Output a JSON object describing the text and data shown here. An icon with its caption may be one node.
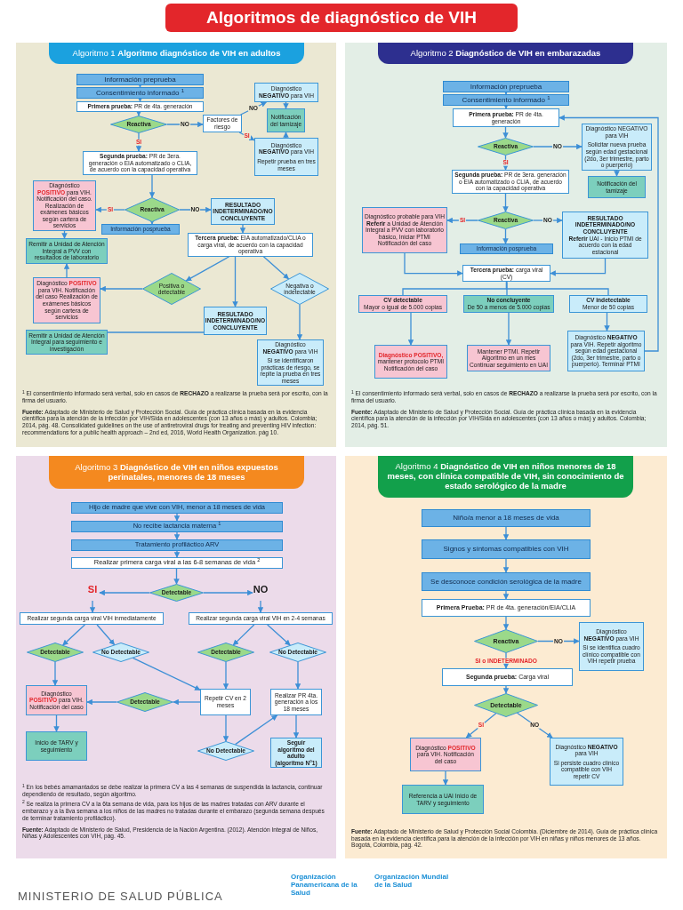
{
  "diagram": {
    "title": "Algoritmos de diagnóstico de VIH",
    "nodes": [
      {
        "text": [
          "Algoritmo 1 **Algoritmo diagnóstico de VIH en adultos**",
          "$^{1}$ El consentimiento informado será verbal, solo en casos de **RECHAZO** a realizarse la prueba será por escrito, con la firma del usuario.",
          "**Fuente:** Adaptado de Ministerio de Salud y Protección Social. Guía de práctica clínica basada en la evidencia científica para la atención de la infección por VIH/Sida en adolescentes (con 13 años o más) y adultos. Colombia; 2014, pág. 48. Consolidated guidelines on the use of antiretroviral drugs for treating and preventing HIV infection: recommendations for a public health approach – 2nd ed, 2016, World Health Organization. pág 10."
        ]
      },
      {
        "text": [
          "Información preprueba"
        ],
        "in": 0
      },
      {
        "text": [
          "Consentimiento informado $^{1}$"
        ],
        "in": 0
      },
      {
        "text": [
          "**Primera prueba:** PR de 4ta. generación"
        ],
        "in": 0
      },
      {
        "text": [
          "Reactiva"
        ],
        "in": 0
      },
      {
        "text": [
          "Factores de riesgo"
        ],
        "in": 0
      },
      {
        "text": [
          "Diagnóstico **NEGATIVO** para VIH"
        ],
        "in": 0
      },
      {
        "text": [
          "Notificación del tamizaje"
        ],
        "in": 0
      },
      {
        "text": [
          "Diagnóstico **NEGATIVO** para VIH",
          "Repetir prueba en tres meses"
        ],
        "in": 0
      },
      {
        "text": [
          "**Segunda prueba:** PR de 3era. generación o EIA automatizado o CLIA, de acuerdo con la capacidad operativa"
        ],
        "in": 0
      },
      {
        "text": [
          "Diagnóstico **POSITIVO** para VIH. Notificación del caso. Realización de exámenes básicos según cartera de servicios"
        ],
        "in": 0
      },
      {
        "text": [
          "Reactiva"
        ],
        "in": 0
      },
      {
        "text": [
          "RESULTADO INDETERMINADO/NO CONCLUYENTE"
        ],
        "in": 0
      },
      {
        "text": [
          "Información posprueba"
        ],
        "in": 0
      },
      {
        "text": [
          "Remitir a Unidad de Atención Integral a PVV con resultados de laboratorio"
        ],
        "in": 0
      },
      {
        "text": [
          "**Tercera prueba:** EIA automatizado/CLIA o carga viral, de acuerdo con la capacidad operativa"
        ],
        "in": 0
      },
      {
        "text": [
          "Positiva o detectable"
        ],
        "in": 0
      },
      {
        "text": [
          "Negativa o indetectable"
        ],
        "in": 0
      },
      {
        "text": [
          "Diagnóstico **POSITIVO** para VIH. Notificación del caso Realización de exámenes básicos según cartera de servicios"
        ],
        "in": 0
      },
      {
        "text": [
          "RESULTADO INDETERMINADO/NO CONCLUYENTE"
        ],
        "in": 0
      },
      {
        "text": [
          "Remitir a Unidad de Atención Integral para seguimiento e investigación"
        ],
        "in": 0
      },
      {
        "text": [
          "Diagnóstico **NEGATIVO** para VIH",
          "Si se identificaron prácticas de riesgo, se repite la prueba en tres meses"
        ],
        "in": 0
      },
      {
        "text": [
          "Algoritmo 2 **Diagnóstico de VIH en embarazadas**",
          "$^{1}$ El consentimiento informado será verbal, solo en casos de **RECHAZO** a realizarse la prueba será por escrito, con la firma del usuario.",
          "**Fuente:** Adaptado de Ministerio de Salud y Protección Social. Guía de práctica clínica basada en la evidencia científica para la atención de la infección por VIH/Sida en adolescentes (con 13 años o más) y adultos. Colombia; 2014, pág. 51."
        ]
      },
      {
        "text": [
          "Información preprueba"
        ],
        "in": 22
      },
      {
        "text": [
          "Consentimiento informado $^{1}$"
        ],
        "in": 22
      },
      {
        "text": [
          "**Primera prueba:** PR de 4ta. generación"
        ],
        "in": 22
      },
      {
        "text": [
          "Reactiva"
        ],
        "in": 22
      },
      {
        "text": [
          "Diagnóstico NEGATIVO para VIH",
          "Solicitar nueva prueba según edad gestacional (2do, 3er trimestre, parto o puerperio)"
        ],
        "in": 22
      },
      {
        "text": [
          "Notificación del tamizaje"
        ],
        "in": 22
      },
      {
        "text": [
          "**Segunda prueba:** PR de 3era. generación o EIA automatizado o CLIA, de acuerdo con la capacidad operativa"
        ],
        "in": 22
      },
      {
        "text": [
          "Diagnóstico probable para VIH **Referir** a Unidad de Atención Integral a PVV con laboratorio básico, Iniciar PTMI Notificación del caso"
        ],
        "in": 22
      },
      {
        "text": [
          "Reactiva"
        ],
        "in": 22
      },
      {
        "text": [
          "Información posprueba"
        ],
        "in": 22
      },
      {
        "text": [
          "RESULTADO INDETERMINADO/NO CONCLUYENTE",
          "**Referir** UAI - Inicio PTMI de acuerdo con la edad estacional"
        ],
        "in": 22
      },
      {
        "text": [
          "**Tercera prueba:** carga viral (CV)"
        ],
        "in": 22
      },
      {
        "text": [
          "CV detectable",
          "Mayor o igual de 5.000 copias"
        ],
        "in": 22
      },
      {
        "text": [
          "No concluyente",
          "De 50 a menos de 5.000 copias"
        ],
        "in": 22
      },
      {
        "text": [
          "CV indetectable",
          "Menor de 50 copias"
        ],
        "in": 22
      },
      {
        "text": [
          "**Diagnóstico POSITIVO,** mantener protocolo PTMI Notificación del caso"
        ],
        "in": 22
      },
      {
        "text": [
          "Mantener PTMI. Repetir Algoritmo en un mes Continuar seguimiento en UAI"
        ],
        "in": 22
      },
      {
        "text": [
          "Diagnóstico **NEGATIVO** para VIH. Repetir algoritmo según edad gestacional (2do, 3er trimestre, parto o puerperio). Terminar PTMI"
        ],
        "in": 22
      },
      {
        "text": [
          "Algoritmo 3 **Diagnóstico de VIH en niños expuestos perinatales, menores de 18 meses**",
          "$^{1}$ En los bebés amamantados se debe realizar la primera CV a las 4 semanas de suspendida la lactancia, continuar dependiendo de resultado, según algoritmo.",
          "$^{2}$ Se realiza la primera CV a la 6ta semana de vida, para los hijos de las madres tratadas con ARV durante el embarazo y a la 8va semana a los niños de las madres no tratadas durante el embarazo (segunda semana después de terminar tratamiento profiláctico).",
          "**Fuente:** Adaptado de Ministerio de Salud, Presidencia de la Nación Argentina. (2012). Atención Integral de Niños, Niñas y Adolescentes con VIH, pág. 45."
        ]
      },
      {
        "text": [
          "Hijo de madre que vive con VIH, menor a 18 meses de vida"
        ],
        "in": 41
      },
      {
        "text": [
          "No recibe lactancia materna $^{1}$"
        ],
        "in": 41
      },
      {
        "text": [
          "Tratamiento profiláctico ARV"
        ],
        "in": 41
      },
      {
        "text": [
          "Realizar primera carga viral a las 6-8 semanas de vida $^{2}$"
        ],
        "in": 41
      },
      {
        "text": [
          "Detectable"
        ],
        "in": 41
      },
      {
        "text": [
          "SI"
        ],
        "in": 41
      },
      {
        "text": [
          "NO"
        ],
        "in": 41
      },
      {
        "text": [
          "Realizar segunda carga viral VIH inmediatamente"
        ],
        "in": 41
      },
      {
        "text": [
          "Realizar segunda carga viral VIH en 2-4 semanas"
        ],
        "in": 41
      },
      {
        "text": [
          "Detectable"
        ],
        "in": 41
      },
      {
        "text": [
          "No Detectable"
        ],
        "in": 41
      },
      {
        "text": [
          "Detectable"
        ],
        "in": 41
      },
      {
        "text": [
          "No Detectable"
        ],
        "in": 41
      },
      {
        "text": [
          "Diagnóstico **POSITIVO** para VIH. Notificación del caso"
        ],
        "in": 41
      },
      {
        "text": [
          "Detectable"
        ],
        "in": 41
      },
      {
        "text": [
          "Repetir CV en 2 meses"
        ],
        "in": 41
      },
      {
        "text": [
          "Realizar PR 4ta. generación a los 18 meses"
        ],
        "in": 41
      },
      {
        "text": [
          "Inicio de TARV y seguimiento"
        ],
        "in": 41
      },
      {
        "text": [
          "No Detectable"
        ],
        "in": 41
      },
      {
        "text": [
          "Seguir algoritmo del adulto (algoritmo N°1)"
        ],
        "in": 41
      },
      {
        "text": [
          "Algoritmo 4 **Diagnóstico de VIH en niños menores de 18 meses, con clínica compatible de VIH, sin conocimiento de estado serológico de la madre**",
          "**Fuente:** Adaptado de Ministerio de Salud y Protección Social Colombia. (Diciembre de 2014). Guía de práctica clínica basada en la evidencia científica para la atención de la infección por VIH en niñas y niños menores de 13 años. Bogotá, Colombia, pág. 42."
        ]
      },
      {
        "text": [
          "Niño/a menor a 18 meses de vida"
        ],
        "in": 62
      },
      {
        "text": [
          "Signos y síntomas compatibles con VIH"
        ],
        "in": 62
      },
      {
        "text": [
          "Se desconoce condición serológica de la madre"
        ],
        "in": 62
      },
      {
        "text": [
          "**Primera Prueba:** PR de 4ta. generación/EIA/CLIA"
        ],
        "in": 62
      },
      {
        "text": [
          "Reactiva"
        ],
        "in": 62
      },
      {
        "text": [
          "Diagnóstico **NEGATIVO** para VIH",
          "Si se identifica cuadro clínico compatible con VIH repetir prueba"
        ],
        "in": 62
      },
      {
        "text": [
          "**Segunda prueba:** Carga viral"
        ],
        "in": 62
      },
      {
        "text": [
          "Detectable"
        ],
        "in": 62
      },
      {
        "text": [
          "Diagnóstico **POSITIVO** para VIH. Notificación del caso"
        ],
        "in": 62
      },
      {
        "text": [
          "Diagnóstico **NEGATIVO** para VIH",
          "Si persiste cuadro clínico compatible con VIH repetir CV"
        ],
        "in": 62
      },
      {
        "text": [
          "Referencia a UAI Inicio de TARV y seguimiento"
        ],
        "in": 62
      }
    ],
    "edges": [
      {
        "from": 1,
        "to": 2,
        "arrow": "to"
      },
      {
        "from": 2,
        "to": 3,
        "arrow": "to"
      },
      {
        "from": 3,
        "to": 4,
        "arrow": "to"
      },
      {
        "from": 4,
        "to": 5,
        "arrow": "to",
        "label": "NO"
      },
      {
        "from": 4,
        "to": 9,
        "arrow": "to",
        "label": "SI"
      },
      {
        "from": 5,
        "to": 6,
        "arrow": "to",
        "label": "NO"
      },
      {
        "from": 5,
        "to": 8,
        "arrow": "to",
        "label": "SI"
      },
      {
        "from": 6,
        "to": 7,
        "arrow": "to"
      },
      {
        "from": 8,
        "to": 7,
        "arrow": "to"
      },
      {
        "from": 9,
        "to": 11,
        "arrow": "to"
      },
      {
        "from": 11,
        "to": 10,
        "arrow": "to",
        "label": "SI"
      },
      {
        "from": 11,
        "to": 12,
        "arrow": "to",
        "label": "NO"
      },
      {
        "from": 11,
        "to": 13,
        "arrow": "to"
      },
      {
        "from": 10,
        "to": 14,
        "arrow": "to"
      },
      {
        "from": 12,
        "to": 15,
        "arrow": "to"
      },
      {
        "from": 15,
        "to": 16,
        "arrow": "to"
      },
      {
        "from": 15,
        "to": 19,
        "arrow": "to"
      },
      {
        "from": 15,
        "to": 17,
        "arrow": "to"
      },
      {
        "from": 16,
        "to": 18,
        "arrow": "to"
      },
      {
        "from": 18,
        "to": 14,
        "arrow": "to"
      },
      {
        "from": 19,
        "to": 20,
        "arrow": "none"
      },
      {
        "from": 17,
        "to": 21,
        "arrow": "to"
      },
      {
        "from": 23,
        "to": 24,
        "arrow": "to"
      },
      {
        "from": 24,
        "to": 25,
        "arrow": "to"
      },
      {
        "from": 25,
        "to": 26,
        "arrow": "to"
      },
      {
        "from": 26,
        "to": 27,
        "arrow": "to",
        "label": "NO"
      },
      {
        "from": 26,
        "to": 29,
        "arrow": "to",
        "label": "SI"
      },
      {
        "from": 27,
        "to": 28,
        "arrow": "to"
      },
      {
        "from": 29,
        "to": 31,
        "arrow": "to"
      },
      {
        "from": 31,
        "to": 30,
        "arrow": "to",
        "label": "SI"
      },
      {
        "from": 31,
        "to": 33,
        "arrow": "to",
        "label": "NO"
      },
      {
        "from": 31,
        "to": 32,
        "arrow": "to"
      },
      {
        "from": 30,
        "to": 34,
        "arrow": "to"
      },
      {
        "from": 33,
        "to": 34,
        "arrow": "to"
      },
      {
        "from": 34,
        "to": 35,
        "arrow": "none"
      },
      {
        "from": 34,
        "to": 36,
        "arrow": "none"
      },
      {
        "from": 34,
        "to": 37,
        "arrow": "none"
      },
      {
        "from": 35,
        "to": 38,
        "arrow": "to"
      },
      {
        "from": 36,
        "to": 39,
        "arrow": "to"
      },
      {
        "from": 37,
        "to": 40,
        "arrow": "to"
      },
      {
        "from": 40,
        "to": 25,
        "arrow": "to"
      },
      {
        "from": 42,
        "to": 43,
        "arrow": "to"
      },
      {
        "from": 43,
        "to": 44,
        "arrow": "to"
      },
      {
        "from": 44,
        "to": 45,
        "arrow": "to"
      },
      {
        "from": 45,
        "to": 46,
        "arrow": "to"
      },
      {
        "from": 46,
        "to": 47,
        "arrow": "to"
      },
      {
        "from": 46,
        "to": 48,
        "arrow": "to"
      },
      {
        "from": 47,
        "to": 49,
        "arrow": "to"
      },
      {
        "from": 48,
        "to": 50,
        "arrow": "to"
      },
      {
        "from": 49,
        "to": 51,
        "arrow": "to"
      },
      {
        "from": 49,
        "to": 52,
        "arrow": "to"
      },
      {
        "from": 50,
        "to": 53,
        "arrow": "to"
      },
      {
        "from": 50,
        "to": 54,
        "arrow": "to"
      },
      {
        "from": 51,
        "to": 55,
        "arrow": "to"
      },
      {
        "from": 52,
        "to": 57,
        "arrow": "to"
      },
      {
        "from": 53,
        "to": 57,
        "arrow": "to"
      },
      {
        "from": 54,
        "to": 58,
        "arrow": "to"
      },
      {
        "from": 57,
        "to": 56,
        "arrow": "to"
      },
      {
        "from": 56,
        "to": 55,
        "arrow": "to"
      },
      {
        "from": 55,
        "to": 59,
        "arrow": "to"
      },
      {
        "from": 57,
        "to": 60,
        "arrow": "to"
      },
      {
        "from": 60,
        "to": 58,
        "arrow": "to"
      },
      {
        "from": 58,
        "to": 61,
        "arrow": "to"
      },
      {
        "from": 63,
        "to": 64,
        "arrow": "to"
      },
      {
        "from": 64,
        "to": 65,
        "arrow": "to"
      },
      {
        "from": 65,
        "to": 66,
        "arrow": "to"
      },
      {
        "from": 66,
        "to": 67,
        "arrow": "to"
      },
      {
        "from": 67,
        "to": 68,
        "arrow": "to",
        "label": "NO"
      },
      {
        "from": 67,
        "to": 69,
        "arrow": "to",
        "label": "SI o INDETERMINADO"
      },
      {
        "from": 69,
        "to": 70,
        "arrow": "to"
      },
      {
        "from": 70,
        "to": 71,
        "arrow": "to",
        "label": "SI"
      },
      {
        "from": 70,
        "to": 72,
        "arrow": "to",
        "label": "NO"
      },
      {
        "from": 71,
        "to": 73,
        "arrow": "to"
      }
    ],
    "labels": [
      "MINISTERIO DE SALUD PÚBLICA",
      "Organización Panamericana de la Salud",
      "Organización Mundial de la Salud"
    ]
  }
}
